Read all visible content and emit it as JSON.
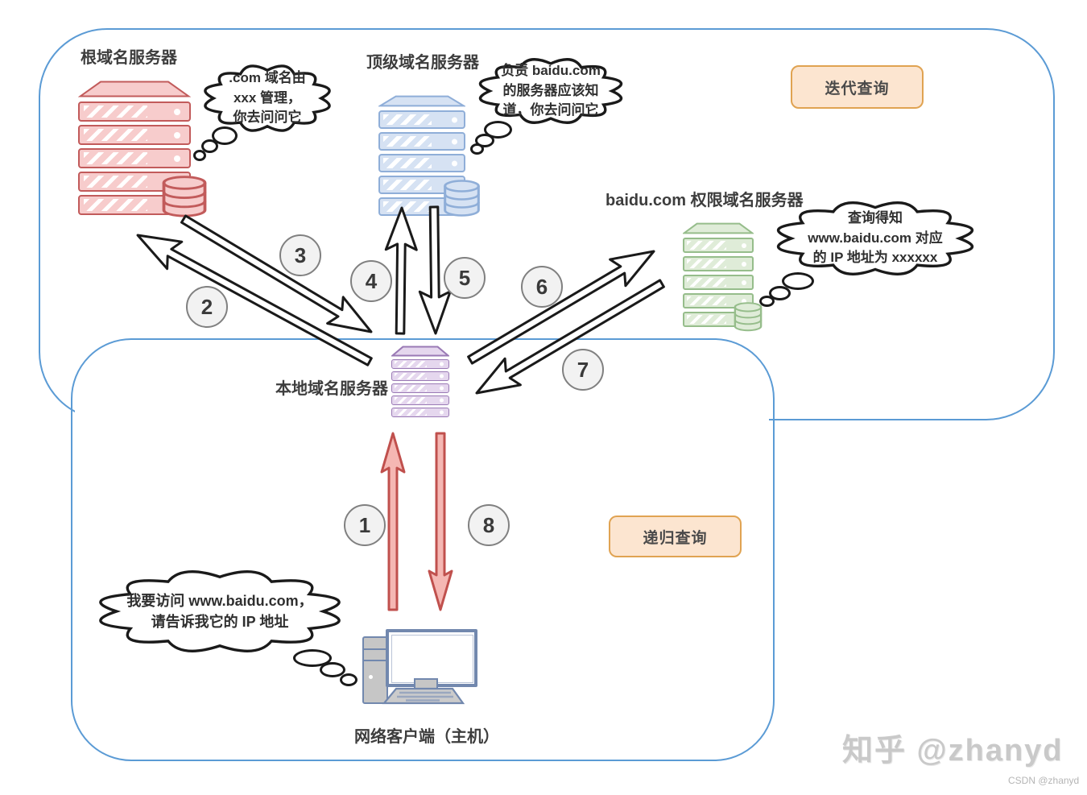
{
  "regions": {
    "iterative_label": "迭代查询",
    "recursive_label": "递归查询"
  },
  "nodes": {
    "root": {
      "label": "根域名服务器",
      "thought": ".com 域名由\nxxx 管理，\n你去问问它"
    },
    "tld": {
      "label": "顶级域名服务器",
      "thought": "负责 baidu.com\n的服务器应该知\n道，你去问问它"
    },
    "auth": {
      "label": "baidu.com 权限域名服务器",
      "thought": "查询得知\nwww.baidu.com 对应\n的 IP 地址为 xxxxxx"
    },
    "local": {
      "label": "本地域名服务器"
    },
    "client": {
      "label": "网络客户端（主机）",
      "thought": "我要访问 www.baidu.com，\n请告诉我它的 IP 地址"
    }
  },
  "steps": [
    "1",
    "2",
    "3",
    "4",
    "5",
    "6",
    "7",
    "8"
  ],
  "watermark": {
    "main": "知乎 @zhanyd",
    "sub": "CSDN @zhanyd"
  },
  "colors": {
    "region_border": "#5B9BD5",
    "root_fill": "#F7CCCC",
    "root_border": "#C25B5B",
    "tld_fill": "#D6E2F3",
    "tld_border": "#8FAED8",
    "auth_fill": "#DFECD8",
    "auth_border": "#96BD8B",
    "local_fill": "#E5D7EE",
    "local_border": "#9A7AB5",
    "client_gray": "#C6C6C6",
    "client_border": "#7288AE",
    "arrow_black": "#1A1A1A",
    "arrow_red_fill": "#F5B7B3",
    "arrow_red_border": "#C0504D",
    "tag_fill": "#FCE5D0",
    "tag_border": "#E0A352",
    "step_fill": "#F2F2F2",
    "step_border": "#808080",
    "cloud_stroke": "#1A1A1A",
    "watermark": "#C9C9C9"
  }
}
